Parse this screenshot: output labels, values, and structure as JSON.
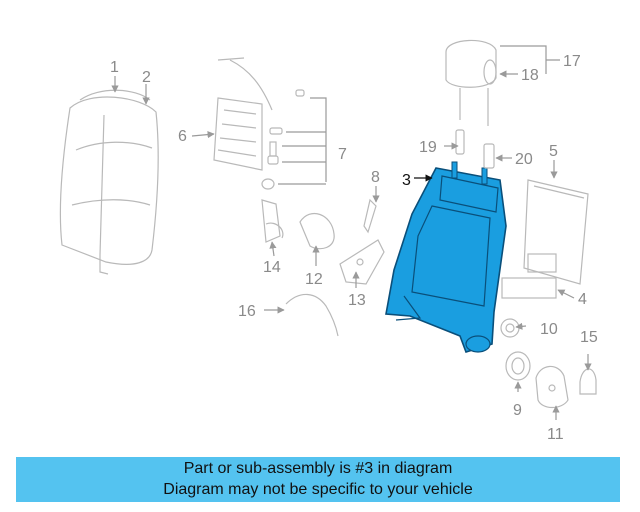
{
  "callouts": [
    "1",
    "2",
    "3",
    "4",
    "5",
    "6",
    "7",
    "8",
    "9",
    "10",
    "11",
    "12",
    "13",
    "14",
    "15",
    "16",
    "17",
    "18",
    "19",
    "20"
  ],
  "highlight_color": "#1a9ee0",
  "caption": {
    "line1": "Part or sub-assembly is #3 in diagram",
    "line2": "Diagram may not be specific to your vehicle"
  }
}
